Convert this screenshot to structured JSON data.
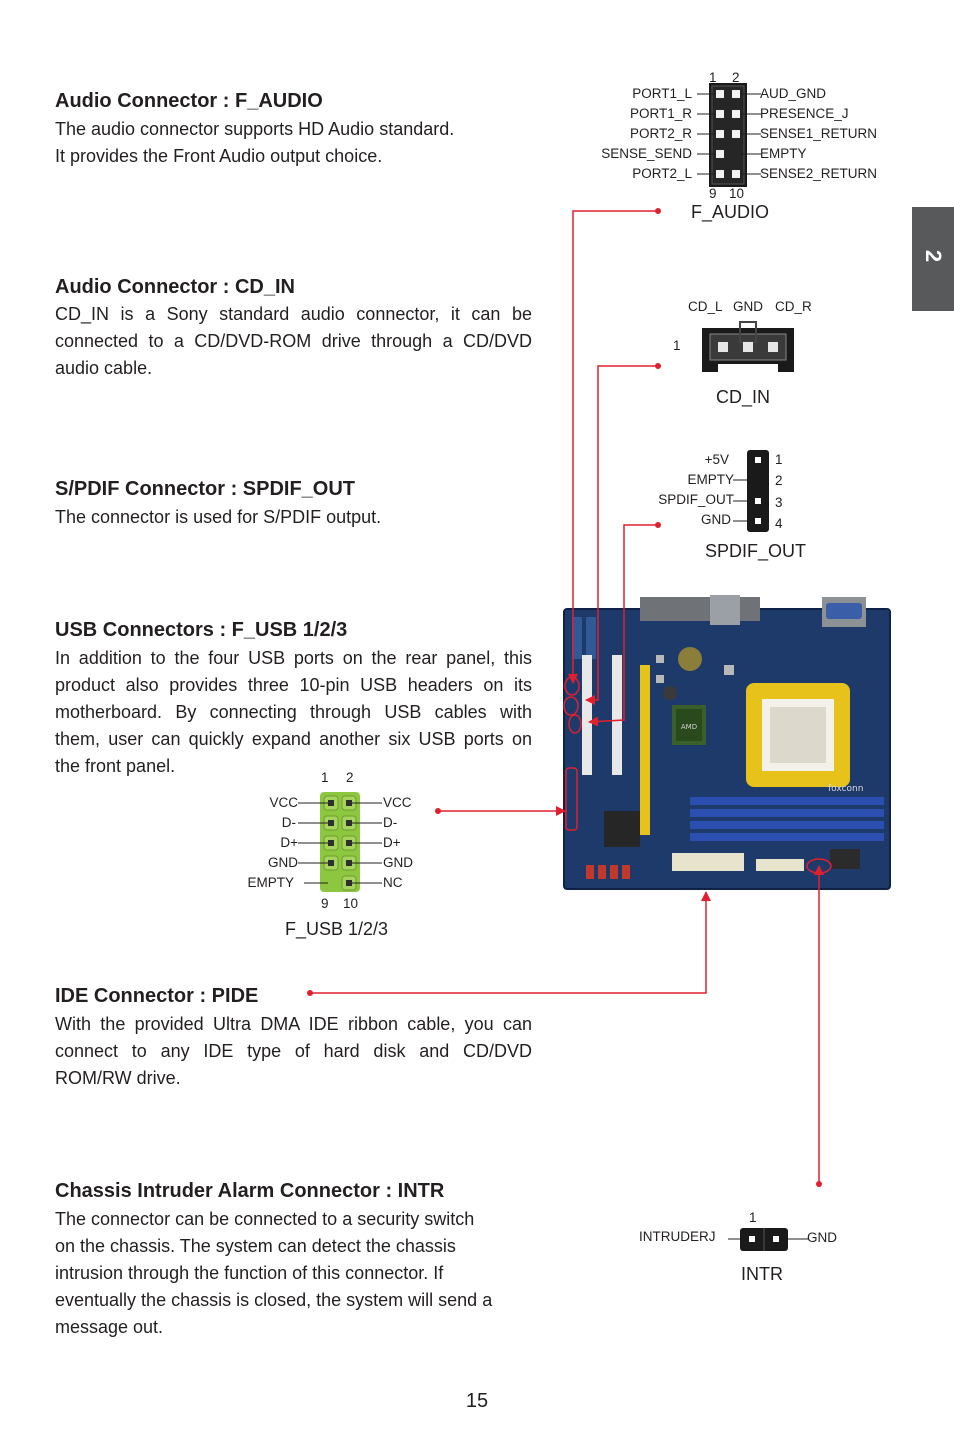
{
  "chapter_tab": "2",
  "page_number": "15",
  "sections": {
    "f_audio": {
      "title": "Audio Connector : F_AUDIO",
      "line1": "The audio connector supports HD Audio standard.",
      "line2": "It provides the Front Audio output choice."
    },
    "cd_in": {
      "title": "Audio Connector : CD_IN",
      "body": "CD_IN is a Sony standard audio connector, it can be connected to a CD/DVD-ROM drive through a CD/DVD audio cable."
    },
    "spdif": {
      "title": "S/PDIF Connector : SPDIF_OUT",
      "body": "The connector is used for S/PDIF output."
    },
    "usb": {
      "title": "USB Connectors : F_USB 1/2/3",
      "body": "In addition to the four USB ports on the rear panel, this product also provides three 10-pin USB headers on its motherboard. By connecting through USB cables with them, user can quickly expand another six USB ports on the front panel."
    },
    "ide": {
      "title": "IDE Connector : PIDE",
      "body": "With the provided Ultra DMA IDE ribbon cable, you can connect to any IDE type of hard disk and CD/DVD ROM/RW drive."
    },
    "intr": {
      "title": "Chassis Intruder Alarm Connector : INTR",
      "line1": "The connector can be connected to a security switch",
      "line2": "on the chassis. The system can detect the chassis",
      "line3": "intrusion through the function of this connector. If",
      "line4": "eventually the chassis is closed, the system will send a",
      "line5": "message out."
    }
  },
  "diagrams": {
    "f_audio": {
      "caption": "F_AUDIO",
      "pin_top": [
        "1",
        "2"
      ],
      "pin_bottom": [
        "9",
        "10"
      ],
      "left_labels": [
        "PORT1_L",
        "PORT1_R",
        "PORT2_R",
        "SENSE_SEND",
        "PORT2_L"
      ],
      "right_labels": [
        "AUD_GND",
        "PRESENCE_J",
        "SENSE1_RETURN",
        "EMPTY",
        "SENSE2_RETURN"
      ]
    },
    "cd_in": {
      "caption": "CD_IN",
      "pin_labels": [
        "CD_L",
        "GND",
        "CD_R"
      ],
      "pin_one": "1"
    },
    "spdif": {
      "caption": "SPDIF_OUT",
      "left_labels": [
        "+5V",
        "EMPTY",
        "SPDIF_OUT",
        "GND"
      ],
      "pin_numbers": [
        "1",
        "2",
        "3",
        "4"
      ]
    },
    "f_usb": {
      "caption": "F_USB 1/2/3",
      "pin_top": [
        "1",
        "2"
      ],
      "pin_bottom": [
        "9",
        "10"
      ],
      "left_labels": [
        "VCC",
        "D-",
        "D+",
        "GND",
        "EMPTY"
      ],
      "right_labels": [
        "VCC",
        "D-",
        "D+",
        "GND",
        "NC"
      ]
    },
    "intr": {
      "caption": "INTR",
      "pin_one": "1",
      "left_label": "INTRUDERJ",
      "right_label": "GND"
    },
    "motherboard": {
      "brand_text": "foxconn",
      "chip_text": "AMD"
    }
  },
  "colors": {
    "text": "#231f20",
    "callout_line": "#e0202e",
    "tab_bg": "#58595b",
    "usb_header": "#8dc63f",
    "pcb": "#1d3a6b"
  }
}
